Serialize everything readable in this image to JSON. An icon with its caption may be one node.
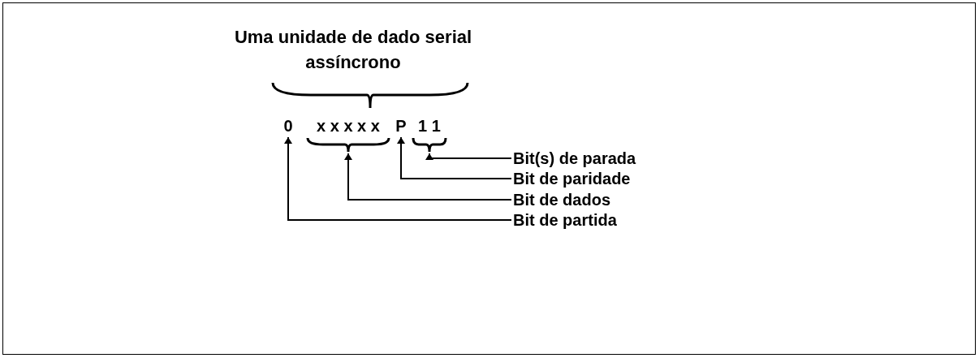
{
  "diagram": {
    "nodes": [
      {
        "text": [
          "Uma unidade de dado serial assíncrono"
        ]
      },
      {
        "text": [
          "0"
        ]
      },
      {
        "text": [
          "x x x x x"
        ]
      },
      {
        "text": [
          "P"
        ]
      },
      {
        "text": [
          "1 1"
        ]
      },
      {
        "text": [
          "Bit(s) de parada"
        ]
      },
      {
        "text": [
          "Bit de paridade"
        ]
      },
      {
        "text": [
          "Bit de dados"
        ]
      },
      {
        "text": [
          "Bit de partida"
        ]
      }
    ],
    "edges": [
      {
        "from": 5,
        "to": 4,
        "arrow": "to"
      },
      {
        "from": 6,
        "to": 3,
        "arrow": "to"
      },
      {
        "from": 7,
        "to": 2,
        "arrow": "to"
      },
      {
        "from": 8,
        "to": 1,
        "arrow": "to"
      }
    ]
  }
}
